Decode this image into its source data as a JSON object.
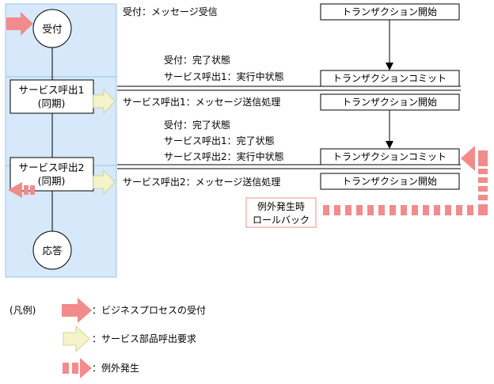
{
  "nodes": {
    "receive": "受付",
    "response": "応答",
    "service_call_1_title": "サービス呼出1",
    "service_call_1_sub": "(同期)",
    "service_call_2_title": "サービス呼出2",
    "service_call_2_sub": "(同期)"
  },
  "right_column": {
    "row1_label": "受付：メッセージ受信",
    "row1_box": "トランザクション開始",
    "row2_label_a": "受付：完了状態",
    "row2_label_b": "サービス呼出1：実行中状態",
    "row2_box": "トランザクションコミット",
    "row3_label": "サービス呼出1：メッセージ送信処理",
    "row3_box": "トランザクション開始",
    "row4_label_a": "受付：完了状態",
    "row4_label_b": "サービス呼出1：完了状態",
    "row4_label_c": "サービス呼出2：実行中状態",
    "row4_box": "トランザクションコミット",
    "row5_label": "サービス呼出2：メッセージ送信処理",
    "row5_box": "トランザクション開始",
    "rollback_line1": "例外発生時",
    "rollback_line2": "ロールバック"
  },
  "legend": {
    "title": "(凡例)",
    "item1": "：ビジネスプロセスの受付",
    "item2": "：サービス部品呼出要求",
    "item3": "：例外発生"
  },
  "colors": {
    "lane_fill": "#d6e8fa",
    "lane_stroke": "#9cc3e6",
    "receive_arrow": "#f28b8b",
    "service_arrow": "#f4f4c8",
    "exception_arrow": "#f28b8b",
    "rollback_border": "#f28b8b"
  }
}
